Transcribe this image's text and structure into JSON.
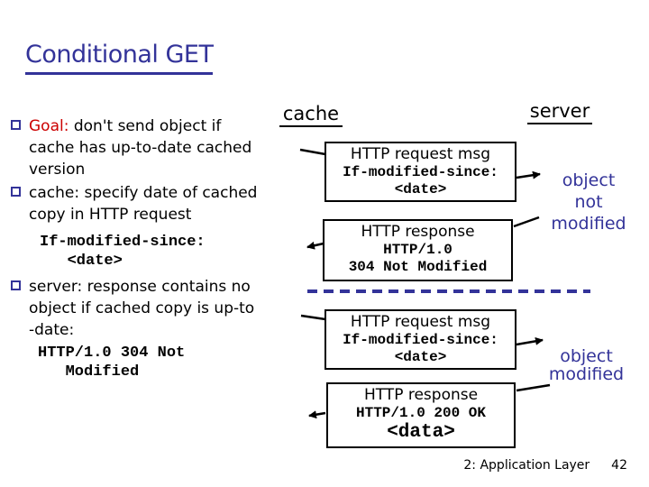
{
  "title": "Conditional GET",
  "colors": {
    "accent_navy": "#333399",
    "goal_red": "#cc0000",
    "line_black": "#000000",
    "background": "#ffffff"
  },
  "bullets": [
    {
      "lead": "Goal:",
      "text": " don't send object if\ncache has up-to-date cached\nversion"
    },
    {
      "text": "cache: specify date of cached\ncopy in HTTP request"
    },
    {
      "text": "server: response contains no\nobject if cached copy is up-to\n-date:"
    }
  ],
  "code_blocks": [
    {
      "text": "If-modified-since:\n   <date>"
    },
    {
      "text": "HTTP/1.0 304 Not\n   Modified"
    }
  ],
  "diagram": {
    "cache_label": "cache",
    "server_label": "server",
    "boxes": [
      {
        "title": "HTTP request msg",
        "body": "If-modified-since:\n<date>"
      },
      {
        "title": "HTTP response",
        "body": "HTTP/1.0\n304 Not Modified"
      },
      {
        "title": "HTTP request msg",
        "body": "If-modified-since:\n<date>"
      },
      {
        "title": "HTTP response",
        "body": "HTTP/1.0 200 OK",
        "data": "<data>"
      }
    ],
    "annotations": [
      {
        "text": "object\nnot\nmodified"
      },
      {
        "text": "object\nmodified"
      }
    ]
  },
  "footer": {
    "section": "2: Application Layer",
    "page": "42"
  }
}
